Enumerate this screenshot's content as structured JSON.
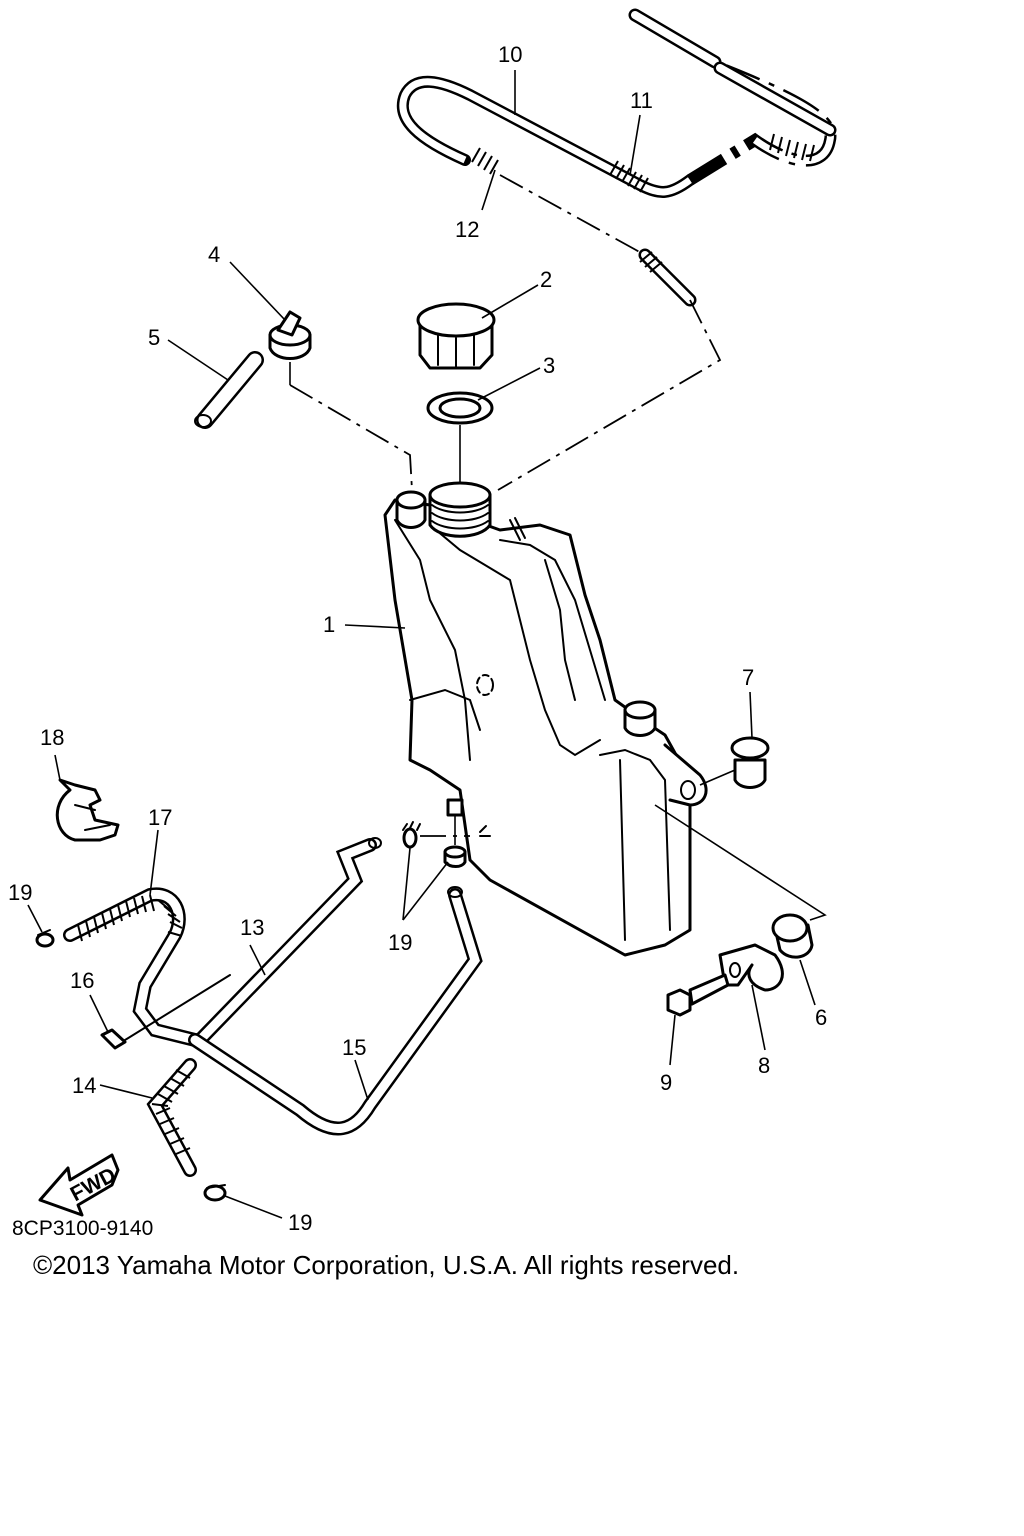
{
  "diagram": {
    "callouts": {
      "c1": "1",
      "c2": "2",
      "c3": "3",
      "c4": "4",
      "c5": "5",
      "c6": "6",
      "c7": "7",
      "c8": "8",
      "c9": "9",
      "c10": "10",
      "c11": "11",
      "c12": "12",
      "c13": "13",
      "c14": "14",
      "c15": "15",
      "c16": "16",
      "c17": "17",
      "c18": "18",
      "c19a": "19",
      "c19b": "19",
      "c19c": "19"
    },
    "fwd_label": "FWD",
    "diagram_code": "8CP3100-9140"
  },
  "footer": {
    "copyright": "©2013 Yamaha Motor Corporation, U.S.A. All rights reserved."
  }
}
